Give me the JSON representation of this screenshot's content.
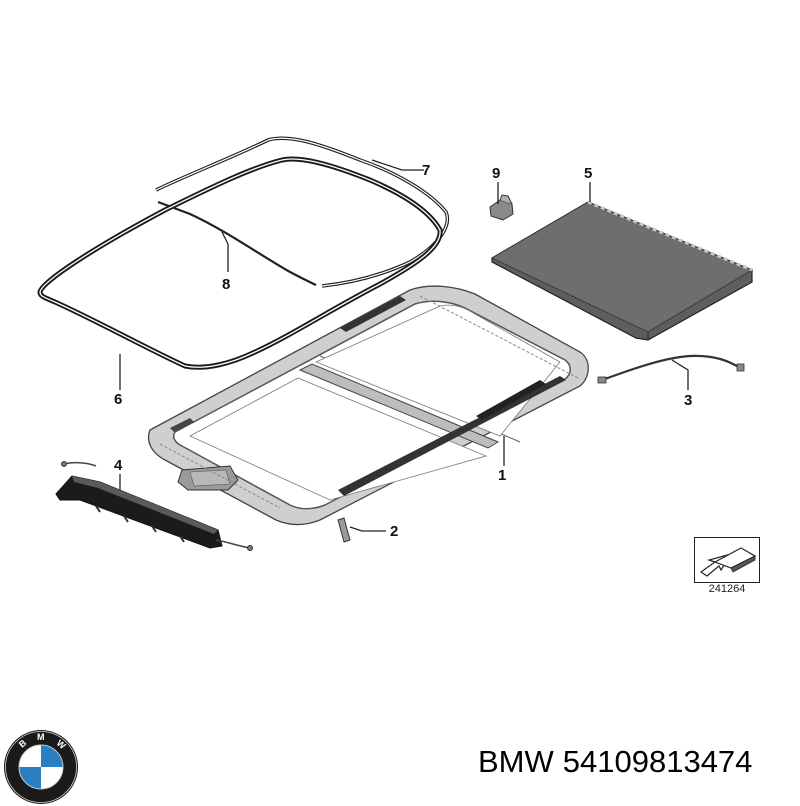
{
  "diagram": {
    "callouts": [
      {
        "number": "1",
        "part": "roof-frame"
      },
      {
        "number": "2",
        "part": "clip"
      },
      {
        "number": "3",
        "part": "drain-hose"
      },
      {
        "number": "4",
        "part": "wind-deflector"
      },
      {
        "number": "5",
        "part": "sunblind"
      },
      {
        "number": "6",
        "part": "frame-seal"
      },
      {
        "number": "7",
        "part": "cover-seal"
      },
      {
        "number": "8",
        "part": "inner-seal"
      },
      {
        "number": "9",
        "part": "bracket"
      }
    ],
    "reference_number": "241264"
  },
  "caption": {
    "brand": "BMW",
    "part_number": "54109813474"
  },
  "logo": {
    "colors": {
      "ring": "#1a1a1a",
      "blue": "#2a7fc1",
      "white": "#ffffff"
    }
  }
}
